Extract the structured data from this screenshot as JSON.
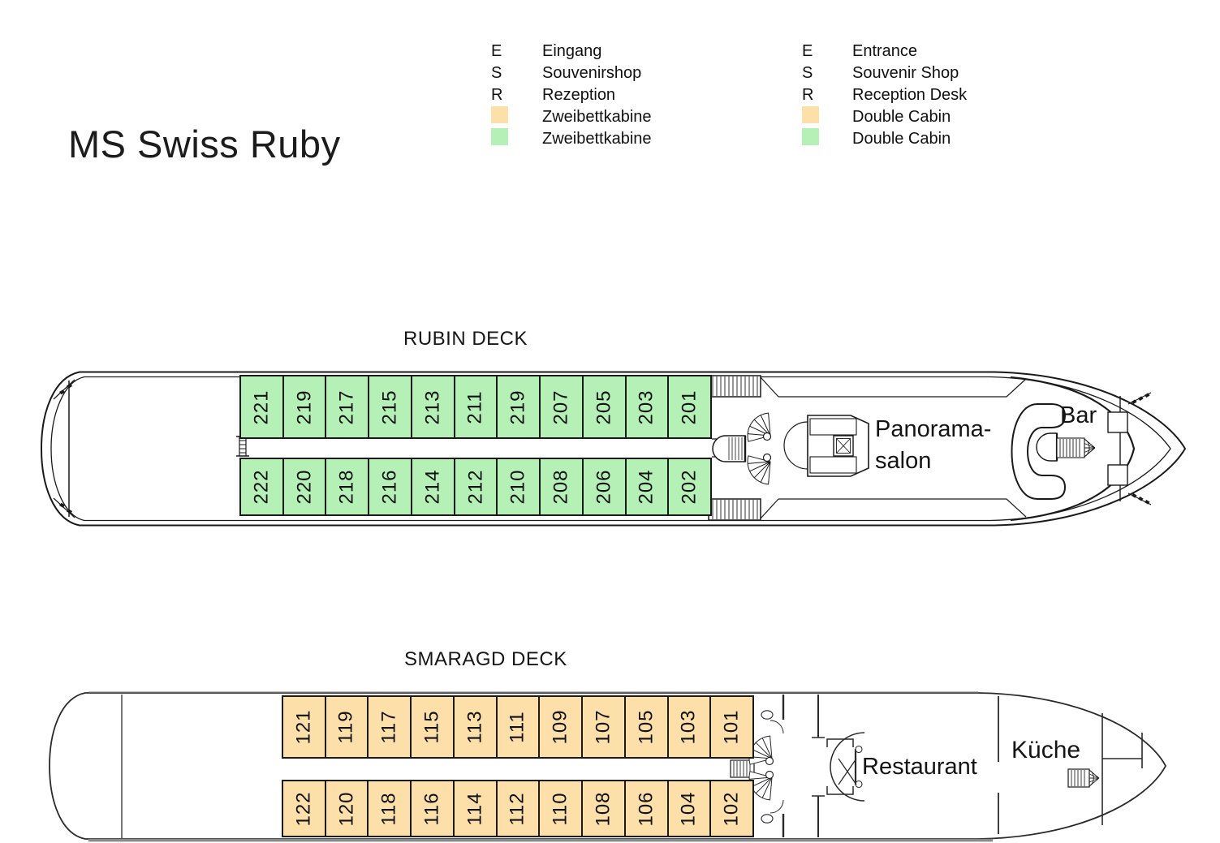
{
  "title": "MS Swiss Ruby",
  "colors": {
    "cabin_green": "#b5f1b7",
    "cabin_orange": "#fcdfa9"
  },
  "legend": {
    "german": {
      "rows": [
        {
          "symbol": "E",
          "label": "Eingang"
        },
        {
          "symbol": "S",
          "label": "Souvenirshop"
        },
        {
          "symbol": "R",
          "label": "Rezeption"
        }
      ],
      "orange_label": "Zweibettkabine",
      "green_label": "Zweibettkabine"
    },
    "english": {
      "rows": [
        {
          "symbol": "E",
          "label": "Entrance"
        },
        {
          "symbol": "S",
          "label": "Souvenir Shop"
        },
        {
          "symbol": "R",
          "label": "Reception Desk"
        }
      ],
      "orange_label": "Double Cabin",
      "green_label": "Double Cabin"
    }
  },
  "rubin": {
    "label": "RUBIN DECK",
    "row_top": [
      "221",
      "219",
      "217",
      "215",
      "213",
      "211",
      "219",
      "207",
      "205",
      "203",
      "201"
    ],
    "row_bottom": [
      "222",
      "220",
      "218",
      "216",
      "214",
      "212",
      "210",
      "208",
      "206",
      "204",
      "202"
    ],
    "panorama_line1": "Panorama-",
    "panorama_line2": "salon",
    "bar": "Bar"
  },
  "smaragd": {
    "label": "SMARAGD DECK",
    "row_top": [
      "121",
      "119",
      "117",
      "115",
      "113",
      "111",
      "109",
      "107",
      "105",
      "103",
      "101"
    ],
    "row_bottom": [
      "122",
      "120",
      "118",
      "116",
      "114",
      "112",
      "110",
      "108",
      "106",
      "104",
      "102"
    ],
    "restaurant": "Restaurant",
    "kitchen": "Küche"
  }
}
